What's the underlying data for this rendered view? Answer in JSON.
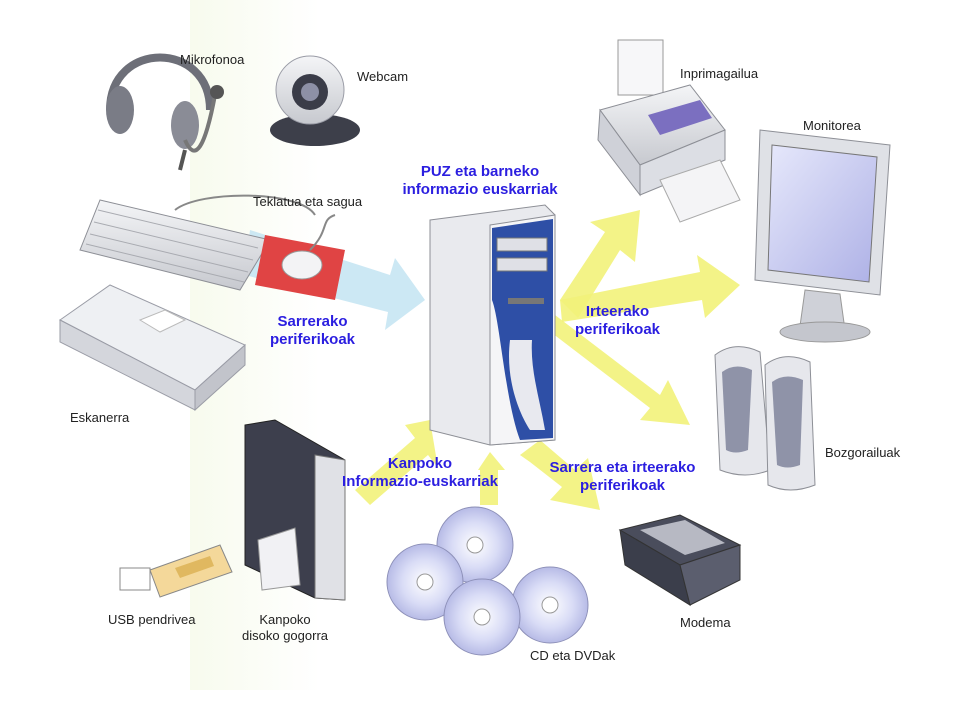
{
  "diagram": {
    "center_title": [
      "PUZ eta barneko",
      "informazio euskarriak"
    ],
    "groups": {
      "input": [
        "Sarrerako",
        "periferikoak"
      ],
      "output": [
        "Irteerako",
        "periferikoak"
      ],
      "external": [
        "Kanpoko",
        "Informazio-euskarriak"
      ],
      "io": [
        "Sarrera eta irteerako",
        "periferikoak"
      ]
    },
    "devices": {
      "microphone": "Mikrofonoa",
      "webcam": "Webcam",
      "keyboard_mouse": "Teklatua eta sagua",
      "scanner": "Eskanerra",
      "printer": "Inprimagailua",
      "monitor": "Monitorea",
      "speakers": "Bozgorailuak",
      "modem": "Modema",
      "usb": "USB pendrivea",
      "hdd": [
        "Kanpoko",
        "disoko gogorra"
      ],
      "cd": "CD eta DVDak"
    }
  },
  "colors": {
    "arrow": "#f2f27a",
    "arrow_input": "#bfe3f2",
    "heading": "#2b1ee0",
    "device_gray": "#d9dbe0",
    "tower_blue": "#2e4fa6"
  }
}
